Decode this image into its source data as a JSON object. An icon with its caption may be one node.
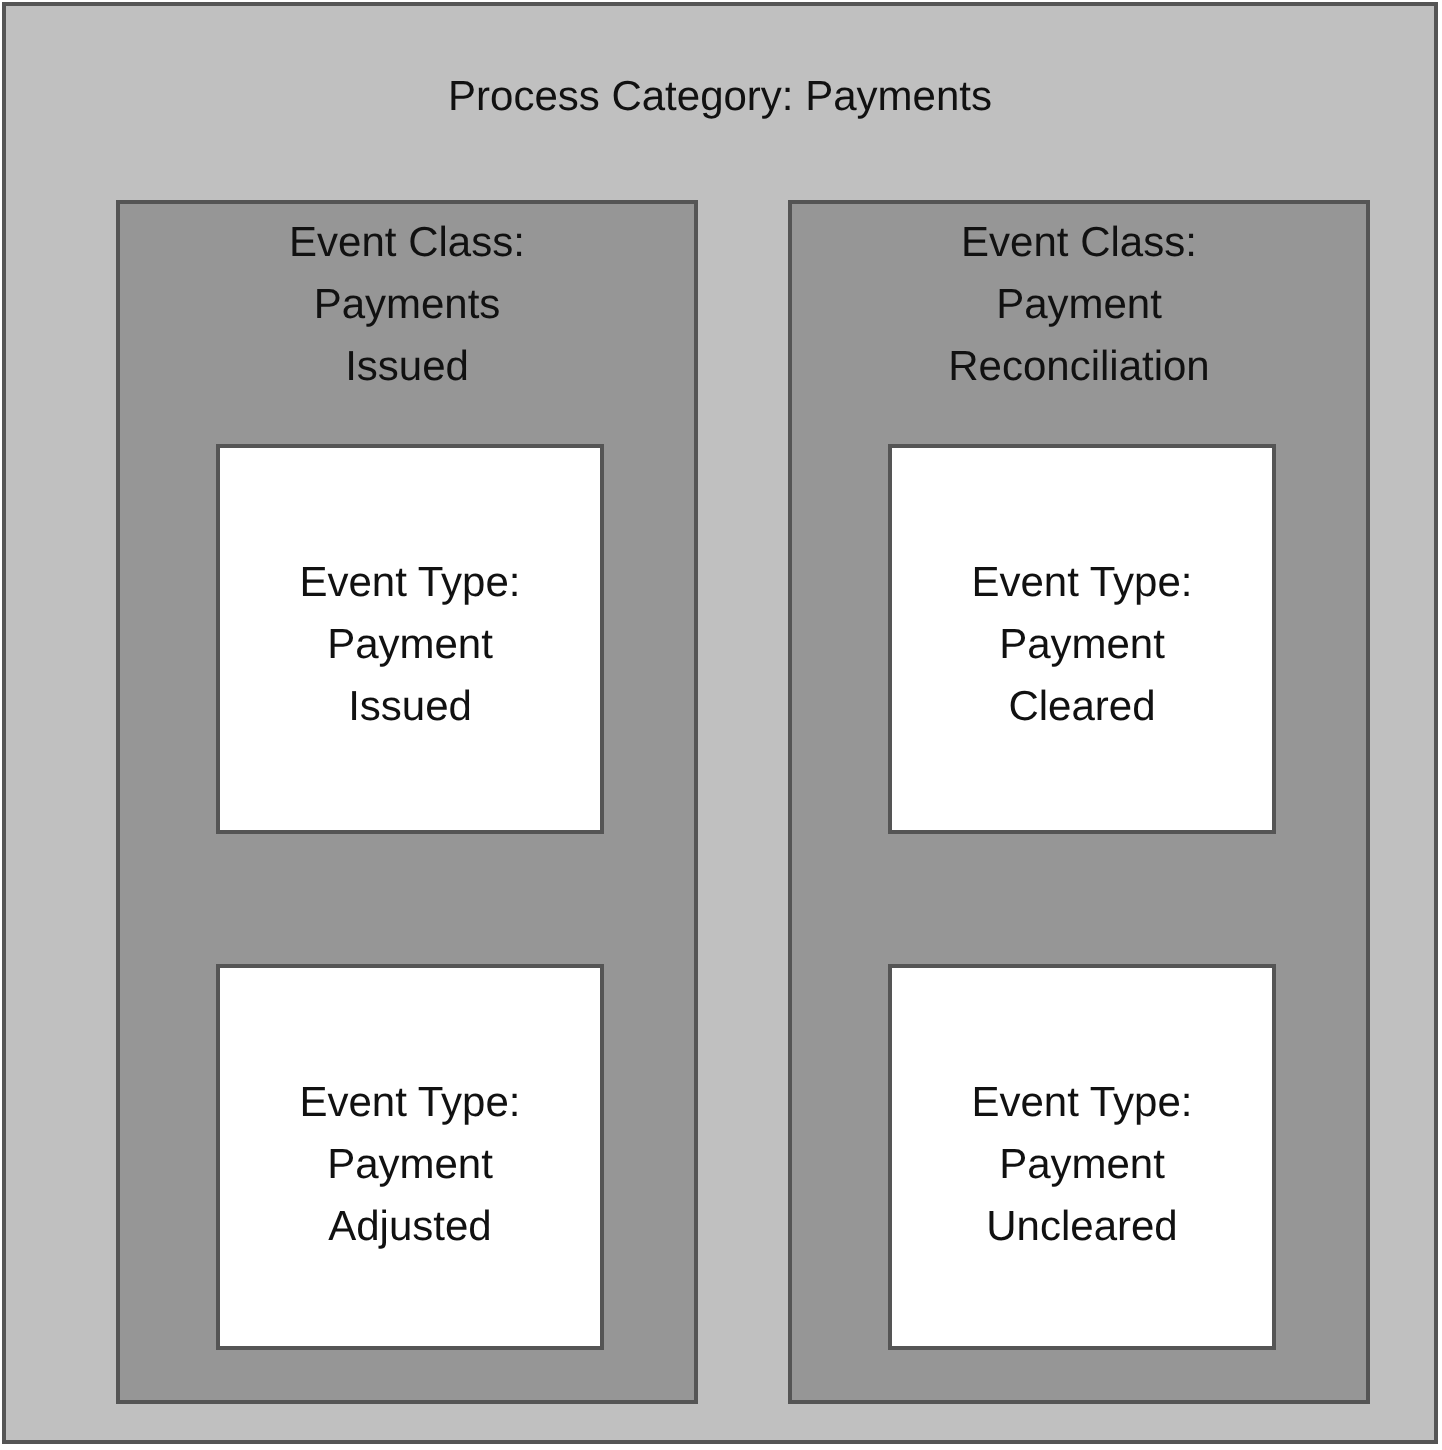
{
  "diagram": {
    "nodes": [
      {
        "text": [
          "Process Category: Payments"
        ]
      },
      {
        "text": [
          "Event Class: Payments Issued"
        ],
        "in": 0
      },
      {
        "text": [
          "Event Type: Payment Issued"
        ],
        "in": 1
      },
      {
        "text": [
          "Event Type: Payment Adjusted"
        ],
        "in": 1
      },
      {
        "text": [
          "Event Class: Payment Reconciliation"
        ],
        "in": 0
      },
      {
        "text": [
          "Event Type: Payment Cleared"
        ],
        "in": 4
      },
      {
        "text": [
          "Event Type: Payment Uncleared"
        ],
        "in": 4
      }
    ]
  }
}
